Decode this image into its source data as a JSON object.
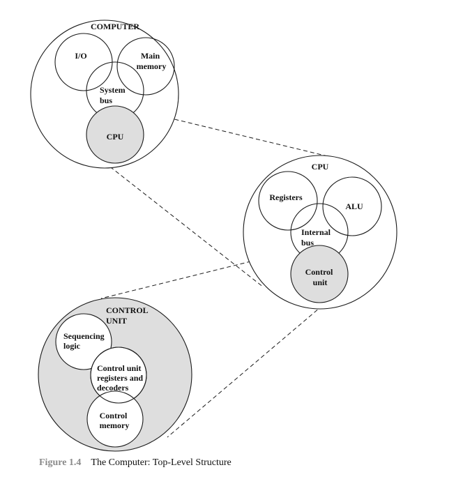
{
  "computer": {
    "title": "COMPUTER",
    "io": "I/O",
    "main_memory": [
      "Main",
      "memory"
    ],
    "system_bus": [
      "System",
      "bus"
    ],
    "cpu": "CPU"
  },
  "cpu": {
    "title": "CPU",
    "registers": "Registers",
    "alu": "ALU",
    "internal_bus": [
      "Internal",
      "bus"
    ],
    "control_unit": [
      "Control",
      "unit"
    ]
  },
  "control_unit": {
    "title": [
      "CONTROL",
      "UNIT"
    ],
    "sequencing_logic": [
      "Sequencing",
      "logic"
    ],
    "registers_decoders": [
      "Control unit",
      "registers and",
      "decoders"
    ],
    "control_memory": [
      "Control",
      "memory"
    ]
  },
  "caption": {
    "figure_number": "Figure 1.4",
    "text": "The Computer: Top-Level Structure"
  },
  "colors": {
    "shaded": "#dedede",
    "line": "#1a1a1a",
    "caption_number": "#8a8a8a"
  }
}
